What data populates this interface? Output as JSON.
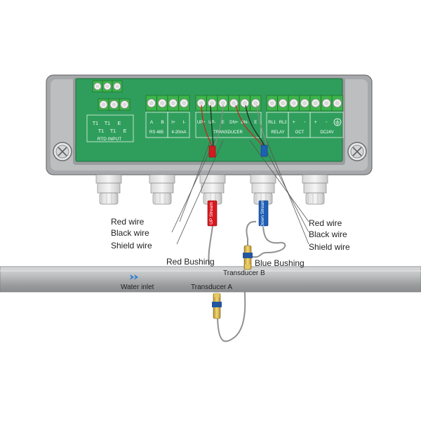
{
  "terminal_labels": {
    "rtd_top": [
      "T1",
      "T1",
      "E"
    ],
    "rtd_bottom": [
      "T1",
      "T1",
      "E"
    ],
    "rtd_group": "RTD INPUT",
    "rs485_pins": [
      "A",
      "B"
    ],
    "rs485_group": "RS 485",
    "current_pins": [
      "I+",
      "I-"
    ],
    "current_group": "4-20mA",
    "transducer_pins": [
      "UP+",
      "UP-",
      "E",
      "DN+",
      "DN-",
      "E"
    ],
    "transducer_group": "TRANSDUCER",
    "relay_pins": [
      "RL1",
      "RL2"
    ],
    "relay_group": "RELAY",
    "oct_pins": [
      "+",
      "-"
    ],
    "oct_group": "OCT",
    "dc_pins": [
      "+",
      "-"
    ],
    "dc_group": "DC24V"
  },
  "callouts": {
    "left_red_wire": "Red wire",
    "left_black_wire": "Black wire",
    "left_shield_wire": "Shield wire",
    "right_red_wire": "Red wire",
    "right_black_wire": "Black wire",
    "right_shield_wire": "Shield wire",
    "red_bushing": "Red Bushing",
    "blue_bushing": "Blue Bushing",
    "transducer_a": "Transducer A",
    "transducer_b": "Transducer B",
    "water_inlet": "Water inlet"
  },
  "colors": {
    "board_green": "#2f9e5c",
    "terminal_green": "#3cb34a",
    "housing": "#a6a8ab",
    "pipe": "#a9abad",
    "red": "#d7191f",
    "blue": "#1f5fb5",
    "arrow": "#2a7fd4"
  },
  "icons": [
    "ground-icon",
    "screw-icon",
    "flow-arrow-icon"
  ]
}
